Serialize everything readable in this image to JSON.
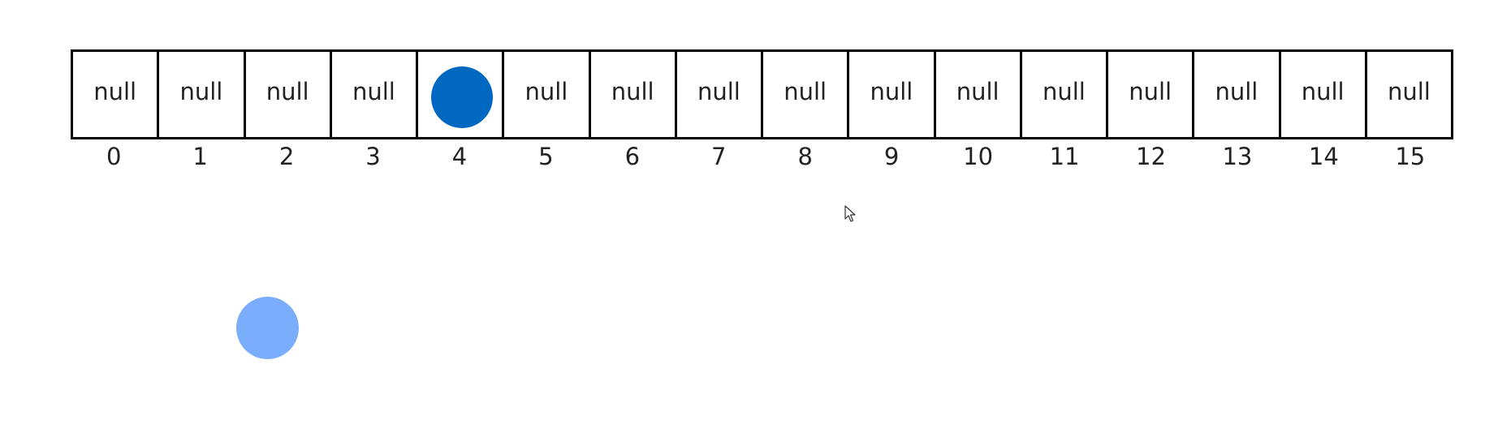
{
  "array": {
    "cells": [
      {
        "index": "0",
        "value": "null"
      },
      {
        "index": "1",
        "value": "null"
      },
      {
        "index": "2",
        "value": "null"
      },
      {
        "index": "3",
        "value": "null"
      },
      {
        "index": "4",
        "value": null,
        "node": true
      },
      {
        "index": "5",
        "value": "null"
      },
      {
        "index": "6",
        "value": "null"
      },
      {
        "index": "7",
        "value": "null"
      },
      {
        "index": "8",
        "value": "null"
      },
      {
        "index": "9",
        "value": "null"
      },
      {
        "index": "10",
        "value": "null"
      },
      {
        "index": "11",
        "value": "null"
      },
      {
        "index": "12",
        "value": "null"
      },
      {
        "index": "13",
        "value": "null"
      },
      {
        "index": "14",
        "value": "null"
      },
      {
        "index": "15",
        "value": "null"
      }
    ]
  },
  "colors": {
    "stored_node": "#0068c0",
    "floating_node": "#7aaefc"
  },
  "icons": {
    "cursor": "mouse-pointer-icon"
  }
}
